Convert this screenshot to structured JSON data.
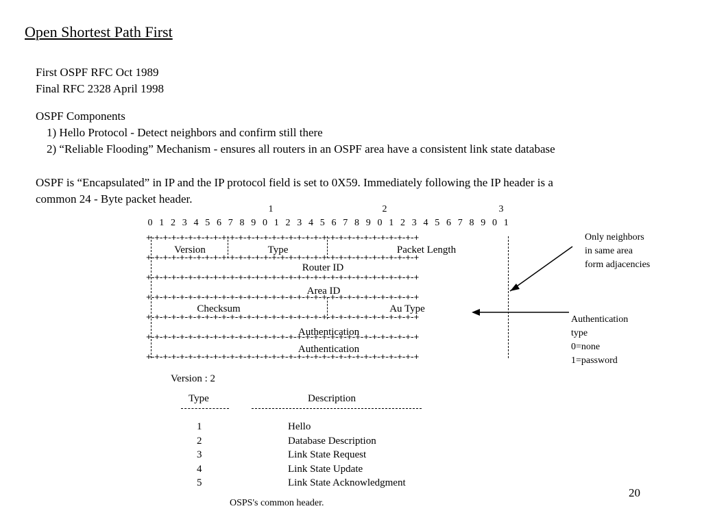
{
  "slide": {
    "title": "Open Shortest Path First",
    "history": [
      "First OSPF RFC Oct 1989",
      "Final RFC   2328 April 1998"
    ],
    "components_heading": "OSPF Components",
    "components": [
      "1)  Hello Protocol - Detect neighbors and confirm still there",
      "2)  “Reliable Flooding” Mechanism - ensures all routers in an OSPF area have a consistent link state database"
    ],
    "encap_line1": "OSPF is “Encapsulated” in IP and the IP protocol field is set to 0X59. Immediately following the IP header is a",
    "encap_line2": "common 24 - Byte packet header.",
    "page_number": "20"
  },
  "header_diagram": {
    "tens": [
      "1",
      "2",
      "3"
    ],
    "bits": [
      "0",
      "1",
      "2",
      "3",
      "4",
      "5",
      "6",
      "7",
      "8",
      "9",
      "0",
      "1",
      "2",
      "3",
      "4",
      "5",
      "6",
      "7",
      "8",
      "9",
      "0",
      "1",
      "2",
      "3",
      "4",
      "5",
      "6",
      "7",
      "8",
      "9",
      "0",
      "1"
    ],
    "separator": "+-+-+-+-+-+-+-+-+-+-+-+-+-+-+-+-+-+-+-+-+-+-+-+-+-+-+-+-+-+-+-+-+",
    "fields": {
      "version": "Version",
      "type": "Type",
      "packet_length": "Packet Length",
      "router_id": "Router ID",
      "area_id": "Area ID",
      "checksum": "Checksum",
      "au_type": "Au Type",
      "authentication_1": "Authentication",
      "authentication_2": "Authentication"
    },
    "note_area": [
      "Only neighbors",
      "in same area",
      "form adjacencies"
    ],
    "note_auth": [
      "Authentication",
      "type",
      "0=none",
      "1=password"
    ]
  },
  "type_table": {
    "version_label": "Version : 2",
    "col_type": "Type",
    "col_description": "Description",
    "rows": [
      {
        "type": "1",
        "description": "Hello"
      },
      {
        "type": "2",
        "description": "Database Description"
      },
      {
        "type": "3",
        "description": "Link State Request"
      },
      {
        "type": "4",
        "description": "Link State Update"
      },
      {
        "type": "5",
        "description": "Link State Acknowledgment"
      }
    ],
    "caption": "OSPS's  common header."
  }
}
